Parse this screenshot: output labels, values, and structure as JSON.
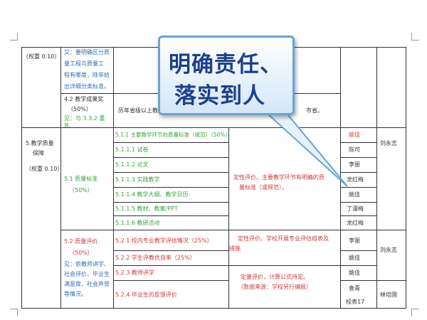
{
  "callout": {
    "line1": "明确责任、",
    "line2": "落实到人"
  },
  "rows": {
    "weight_top": "（权重 0.10）",
    "blue_top": [
      "又：要明确区分质",
      "量工程与质量工",
      "程有哪度，除非给",
      "出详细分类标准。"
    ],
    "item42": [
      "4.2 教学成果奖",
      "（50%）"
    ],
    "item42_green": "见：与 3.3.2 重",
    "item42_green2": "复。",
    "award_text": "历年省级以上教",
    "province": "市省。",
    "sec5_title": [
      "5.教学质量",
      "保障"
    ],
    "sec5_weight": "（权重 0.10）",
    "std51": [
      "5.1 质量标准",
      "（50%）"
    ],
    "std51_items": [
      "5.1.1 主要教学环节的质量标准（规范）（50%）",
      "5.1.1.1 试卷",
      "5.1.1.2 论文",
      "5.1.1.3 实践教学",
      "5.1.1.4 教学大纲、教学日历",
      "5.1.1.5 教材、教案/PPT",
      "5.1.1.6 教研活动"
    ],
    "std51_eval": [
      "定性评价。主要教学环节有明确的质",
      "量标准（或规范）。"
    ],
    "eval52": [
      "5.2 质量评价",
      "（50%）"
    ],
    "eval52_extra": [
      "见：依教师讲学、",
      "社会评价、毕业生",
      "满意度、社会声誉",
      "等情况。"
    ],
    "eval52_items": [
      "5.2.1 校内专业教学评估情况（25%）",
      "5.2.2 学生评教优良率（25%）",
      "5.2.3 教师评学",
      "5.2.4 毕业生的反馈评价"
    ],
    "eval52_e1": [
      "定性评价。学校开展专业评估组表及",
      "措施"
    ],
    "eval52_e2": [
      "定量评价，计算公式待定。",
      "（数据来源：学校另行编报）"
    ],
    "names": [
      "姚佳",
      "陈可",
      "李丽",
      "龙红梅",
      "姚佳",
      "丁漫梅",
      "龙红梅",
      "李丽",
      "姚佳",
      "姚佳",
      "袁青",
      "校表17"
    ],
    "owners": [
      "刘永志",
      "刘永志",
      "林培国"
    ]
  }
}
